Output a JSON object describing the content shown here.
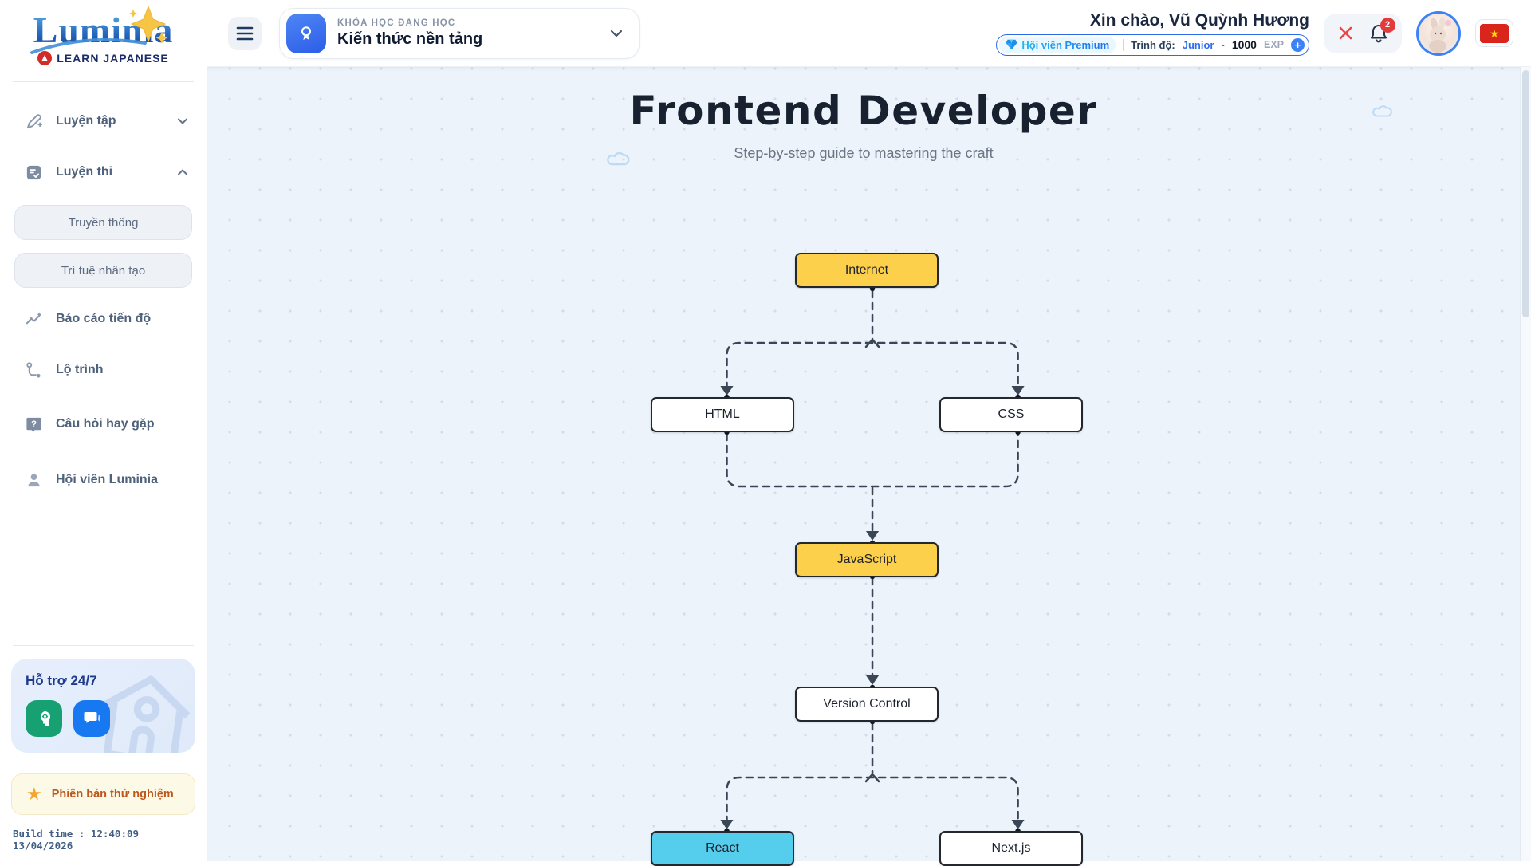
{
  "brand": {
    "name": "Luminia",
    "tagline": "LEARN JAPANESE"
  },
  "sidebar": {
    "items": [
      {
        "label": "Luyện tập",
        "icon": "pencil-icon",
        "chevron": "down"
      },
      {
        "label": "Luyện thi",
        "icon": "checklist-icon",
        "chevron": "up"
      },
      {
        "label": "Báo cáo tiến độ",
        "icon": "progress-chart-icon"
      },
      {
        "label": "Lộ trình",
        "icon": "route-icon"
      },
      {
        "label": "Câu hỏi hay gặp",
        "icon": "question-icon"
      },
      {
        "label": "Hội viên Luminia",
        "icon": "person-icon"
      }
    ],
    "subitems": [
      {
        "label": "Truyền thống"
      },
      {
        "label": "Trí tuệ nhân tạo"
      }
    ],
    "support": {
      "title": "Hỗ trợ 24/7"
    },
    "trial_badge": {
      "star": "★",
      "label": "Phiên bản thử nghiệm"
    },
    "build_time": "Build time : 12:40:09 13/04/2026"
  },
  "header": {
    "course": {
      "eyebrow": "KHÓA HỌC ĐANG HỌC",
      "title": "Kiến thức nền tảng"
    },
    "greeting": "Xin chào, Vũ Quỳnh Hương",
    "membership_label": "Hội viên Premium",
    "level_label": "Trình độ:",
    "level_value": "Junior",
    "level_dash": "-",
    "exp_value": "1000",
    "exp_label": "EXP",
    "exp_add": "+",
    "notification_count": "2",
    "flag_star": "★"
  },
  "main": {
    "title": "Frontend Developer",
    "subtitle": "Step-by-step guide to mastering the craft"
  },
  "roadmap": {
    "nodes": [
      {
        "id": "internet",
        "label": "Internet",
        "color": "#fdd04b"
      },
      {
        "id": "html",
        "label": "HTML",
        "color": "#ffffff"
      },
      {
        "id": "css",
        "label": "CSS",
        "color": "#ffffff"
      },
      {
        "id": "javascript",
        "label": "JavaScript",
        "color": "#fdd04b"
      },
      {
        "id": "version-control",
        "label": "Version Control",
        "color": "#ffffff"
      },
      {
        "id": "react",
        "label": "React",
        "color": "#55cdec"
      },
      {
        "id": "nextjs",
        "label": "Next.js",
        "color": "#ffffff"
      }
    ],
    "edges": [
      {
        "from": "internet",
        "to": "html"
      },
      {
        "from": "internet",
        "to": "css"
      },
      {
        "from": "html",
        "to": "javascript"
      },
      {
        "from": "css",
        "to": "javascript"
      },
      {
        "from": "javascript",
        "to": "version-control"
      },
      {
        "from": "version-control",
        "to": "react"
      },
      {
        "from": "version-control",
        "to": "nextjs"
      }
    ]
  },
  "colors": {
    "node_yellow": "#fdd04b",
    "node_cyan": "#55cdec",
    "edge": "#3a4656",
    "accent_blue": "#2e6ae8",
    "badge_red": "#e23b3b",
    "main_bg": "#ecf3fa"
  }
}
